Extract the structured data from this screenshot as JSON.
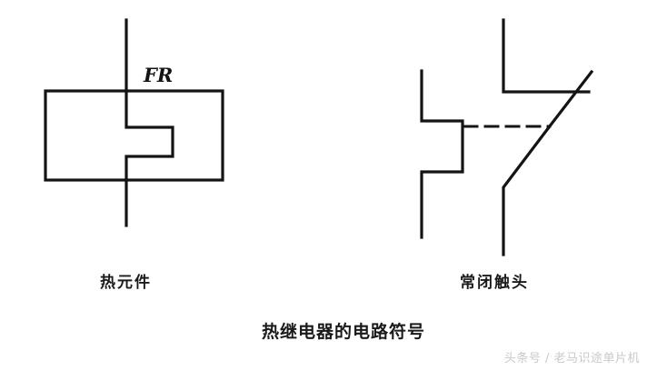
{
  "figure": {
    "title": "热继电器的电路符号",
    "background_color": "#ffffff",
    "stroke_color": "#141414"
  },
  "symbols": {
    "thermal_element": {
      "designator": "FR",
      "caption": "热元件",
      "description": "矩形框内带折线的热元件符号，上下各有一条引出线"
    },
    "nc_contact": {
      "caption": "常闭触头",
      "description": "常闭触头符号，左侧为热元件驱动折线，虚线为机械连接，右侧为斜线触头"
    }
  },
  "watermark": {
    "text": "头条号 / 老马识途单片机",
    "color": "#c9c9c9"
  }
}
